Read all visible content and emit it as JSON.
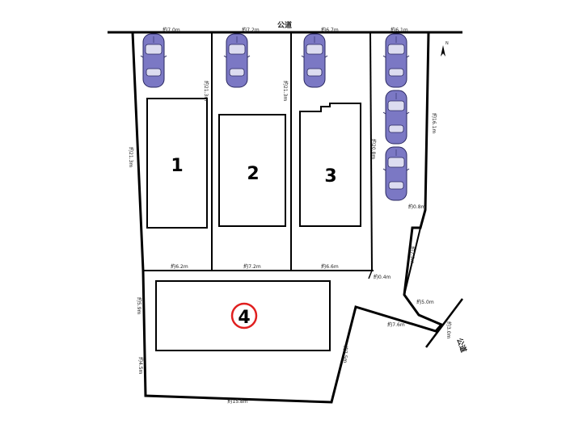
{
  "road_label": "公道",
  "road_label_side": "公道",
  "north_label": "N",
  "colors": {
    "line": "#000000",
    "car_body": "#7b78c4",
    "car_outline": "#2a2860",
    "highlight_circle": "#e02020"
  },
  "lots": [
    {
      "number": "1"
    },
    {
      "number": "2"
    },
    {
      "number": "3"
    },
    {
      "number": "4",
      "highlighted": true
    }
  ],
  "dimensions": {
    "top_lot1": "約7.0m",
    "top_lot2": "約7.2m",
    "top_lot3": "約6.7m",
    "top_lot4": "約6.1m",
    "lot1_side": "約21.3m",
    "left_side": "約21.3m",
    "lot2_side": "約21.3m",
    "lot3_side": "約20.8m",
    "right_upper": "約16.1m",
    "bottom_lot1": "約6.2m",
    "bottom_lot2": "約7.2m",
    "bottom_lot3": "約6.6m",
    "corner_small": "約0.4m",
    "step_small": "約0.8m",
    "driveway_side": "約7.5m",
    "driveway_top": "約5.0m",
    "driveway_bottom": "約7.6m",
    "road_frontage": "約3.0m",
    "left_lower_1": "約5.9m",
    "left_lower_2": "約4.5m",
    "lot4_right": "約7.5m",
    "bottom_total": "約15.8m"
  }
}
